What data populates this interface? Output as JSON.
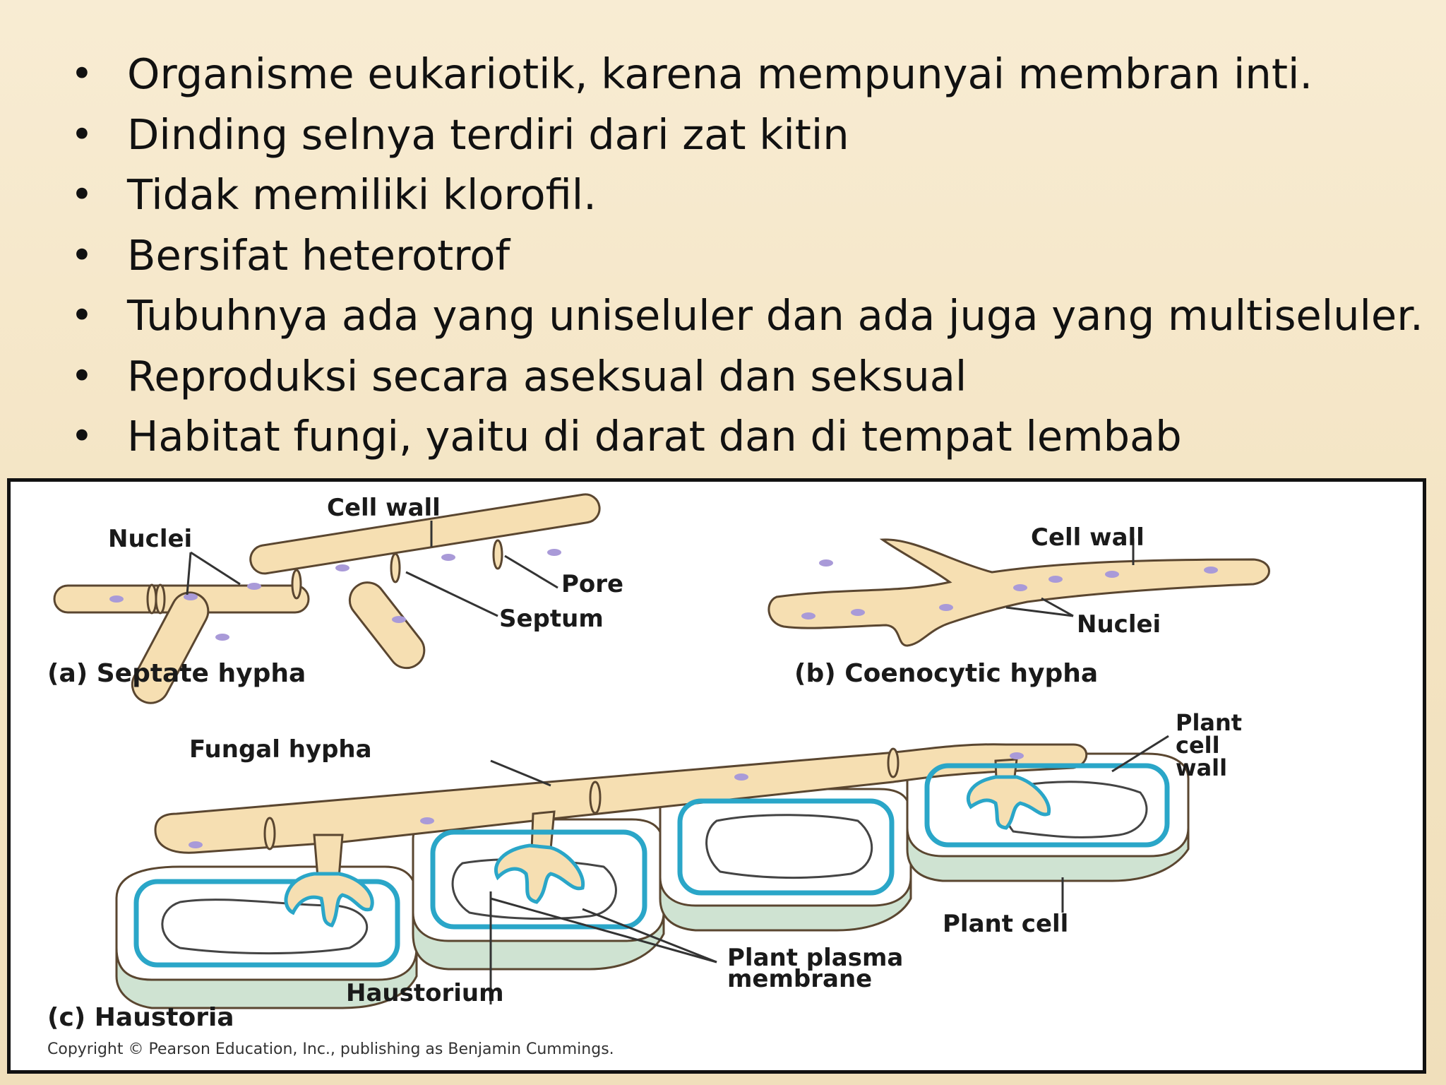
{
  "bullets": [
    "Organisme eukariotik, karena mempunyai membran inti.",
    "Dinding selnya terdiri dari zat kitin",
    "Tidak memiliki klorofil.",
    "Bersifat heterotrof",
    "Tubuhnya ada yang uniseluler dan ada juga yang multiseluler.",
    "Reproduksi secara aseksual dan seksual",
    "Habitat fungi, yaitu di darat dan di tempat lembab"
  ],
  "bullet_symbol": "•",
  "figure": {
    "septate": {
      "cell_wall": "Cell wall",
      "nuclei": "Nuclei",
      "pore": "Pore",
      "septum": "Septum",
      "caption": "(a) Septate hypha"
    },
    "coenocytic": {
      "cell_wall": "Cell wall",
      "nuclei": "Nuclei",
      "caption": "(b) Coenocytic hypha"
    },
    "haustoria": {
      "fungal_hypha": "Fungal hypha",
      "plant_cell_wall_1": "Plant",
      "plant_cell_wall_2": "cell",
      "plant_cell_wall_3": "wall",
      "plant_cell": "Plant cell",
      "plasma_membrane_1": "Plant plasma",
      "plasma_membrane_2": "membrane",
      "haustorium": "Haustorium",
      "caption": "(c) Haustoria"
    },
    "copyright": "Copyright © Pearson Education, Inc., publishing as Benjamin Cummings."
  },
  "colors": {
    "hypha_fill": "#f6dfb2",
    "hypha_stroke": "#5a4630",
    "nucleus": "#a99ad8",
    "membrane": "#2aa6c8",
    "plant_cell_side": "#cfe3d2"
  }
}
